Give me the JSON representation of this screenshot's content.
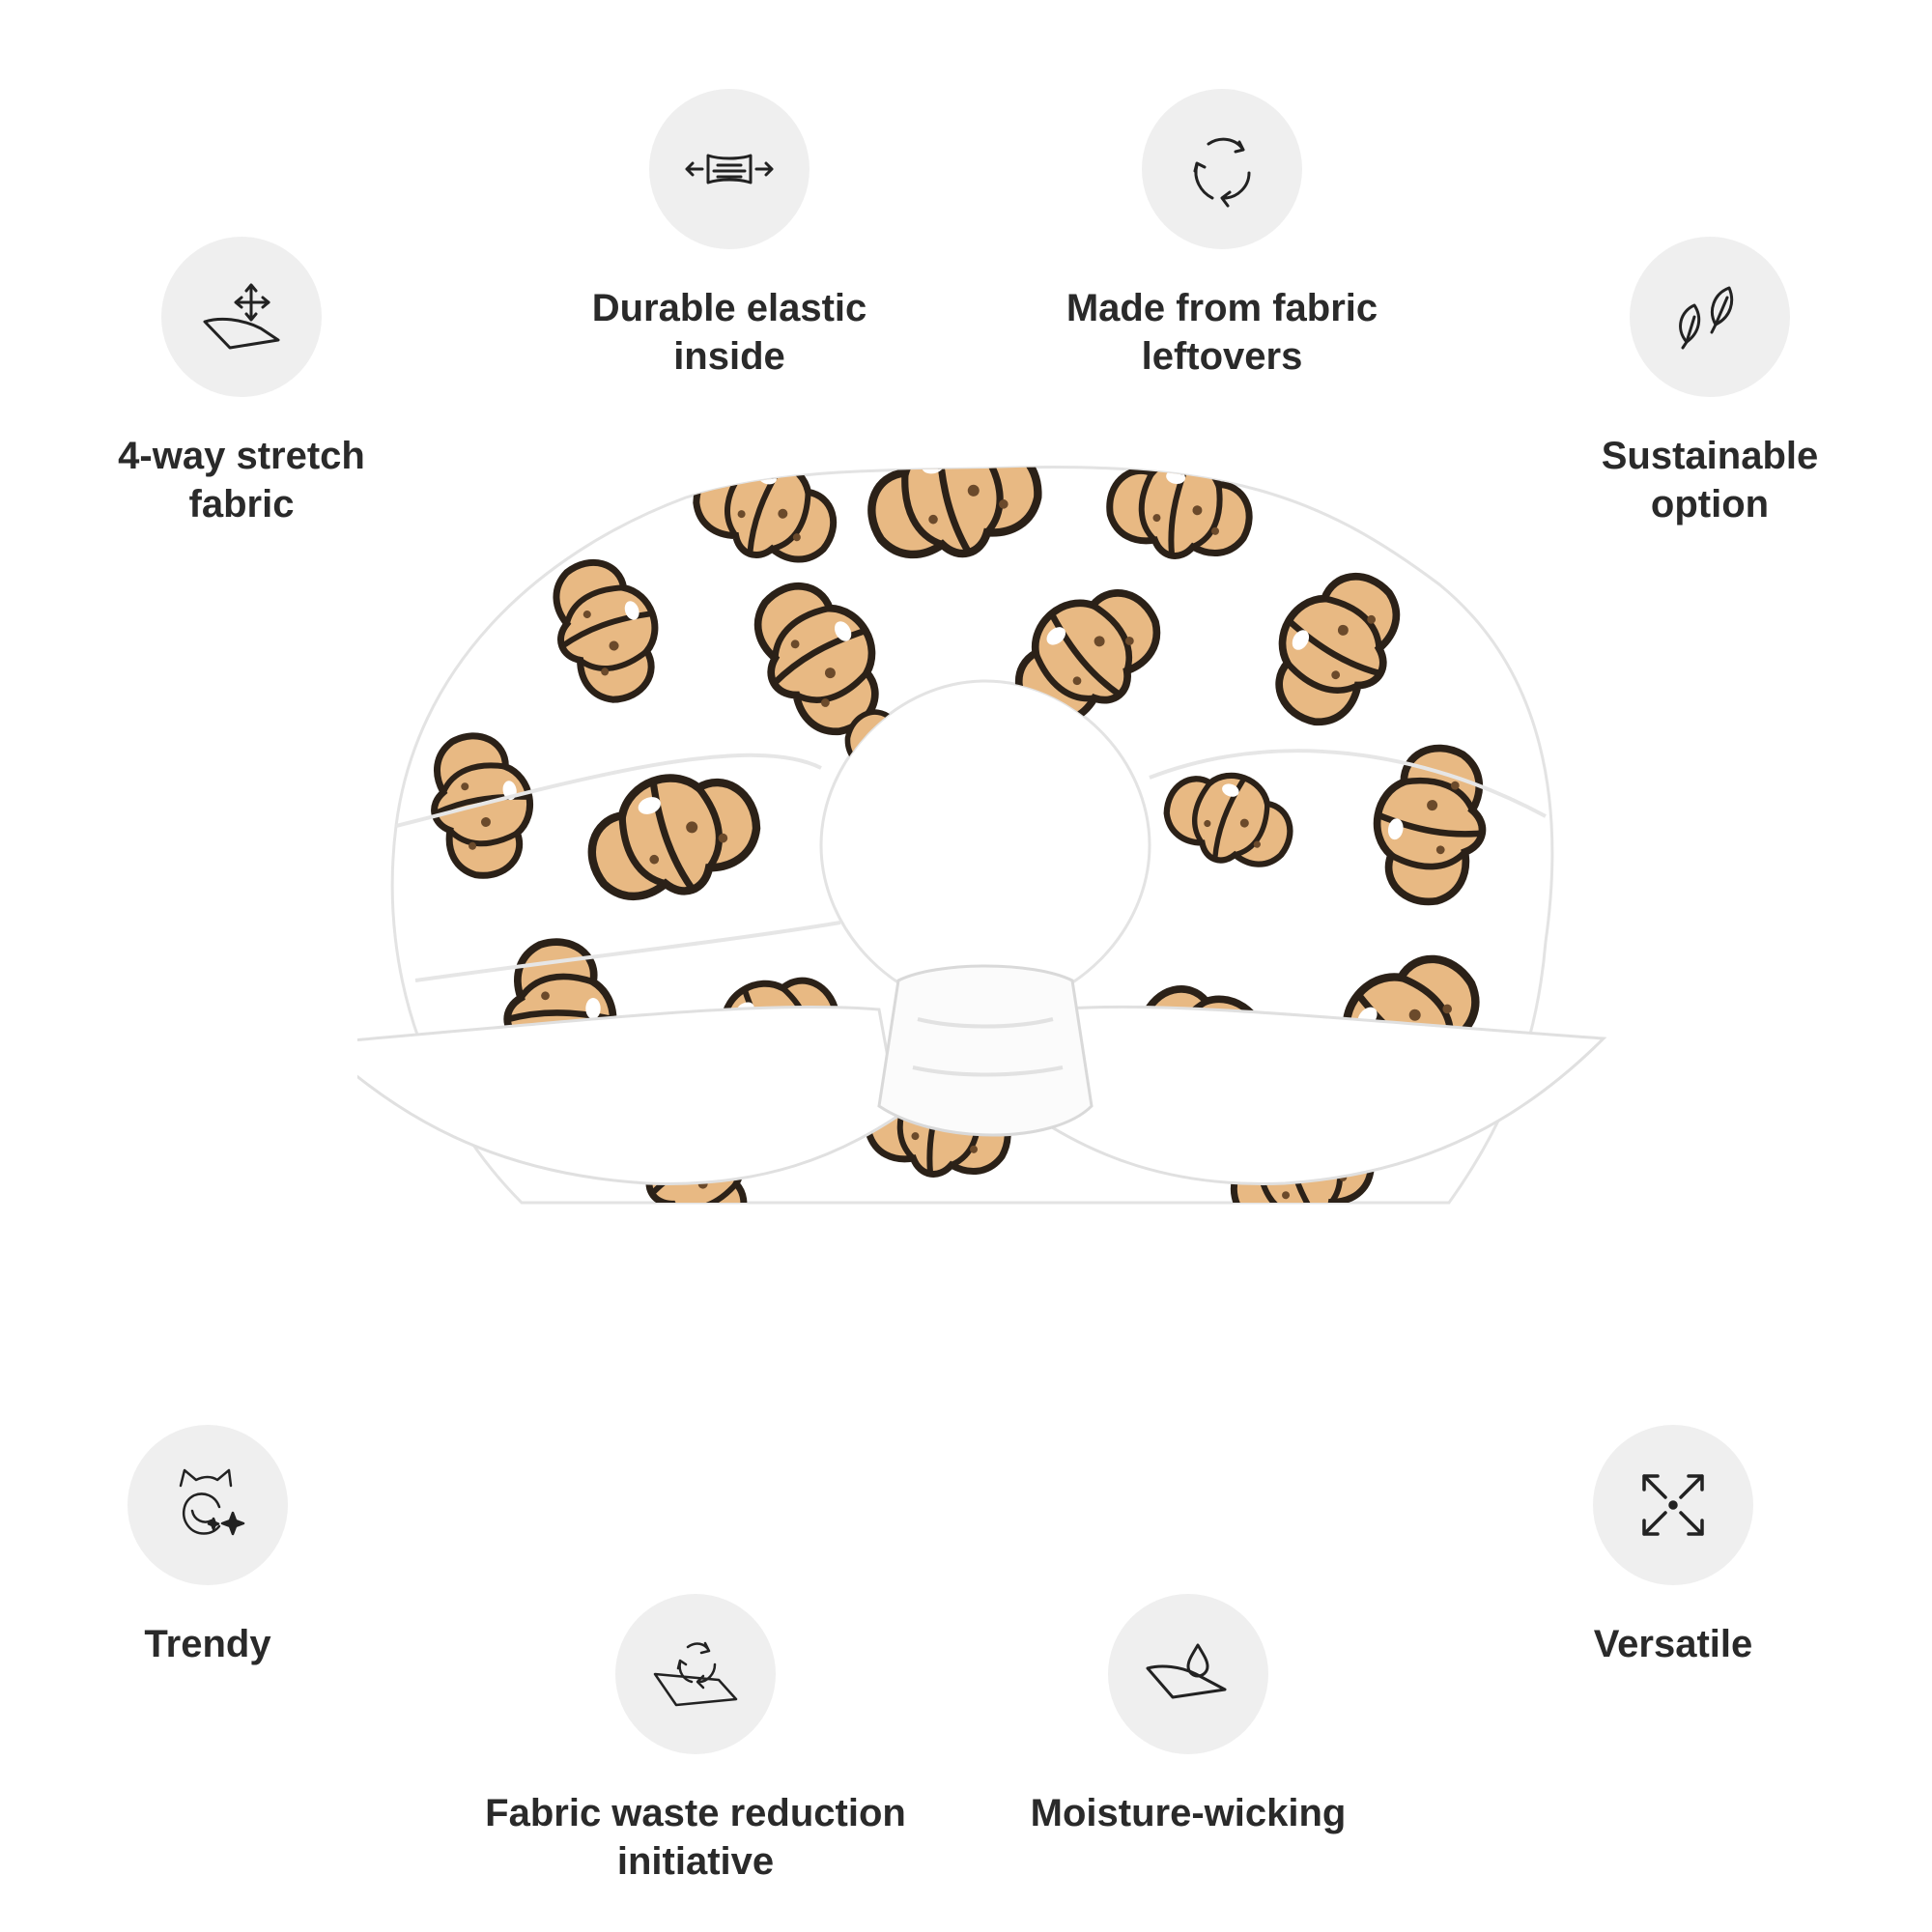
{
  "features": [
    {
      "id": "stretch",
      "icon": "stretch-fabric-icon",
      "label": "4-way stretch\nfabric"
    },
    {
      "id": "elastic",
      "icon": "elastic-band-icon",
      "label": "Durable elastic\ninside"
    },
    {
      "id": "leftovers",
      "icon": "recycle-arrows-icon",
      "label": "Made from fabric\nleftovers"
    },
    {
      "id": "sustainable",
      "icon": "leaves-icon",
      "label": "Sustainable\noption"
    },
    {
      "id": "trendy",
      "icon": "cat-sparkle-icon",
      "label": "Trendy"
    },
    {
      "id": "waste",
      "icon": "fabric-recycle-icon",
      "label": "Fabric waste reduction\ninitiative"
    },
    {
      "id": "moisture",
      "icon": "water-drop-fabric-icon",
      "label": "Moisture-wicking"
    },
    {
      "id": "versatile",
      "icon": "expand-arrows-icon",
      "label": "Versatile"
    }
  ],
  "colors": {
    "circle_bg": "#efefef",
    "text": "#2a2a2a",
    "croissant_fill": "#e8b983",
    "croissant_outline": "#2b2118",
    "fabric": "#ffffff"
  }
}
